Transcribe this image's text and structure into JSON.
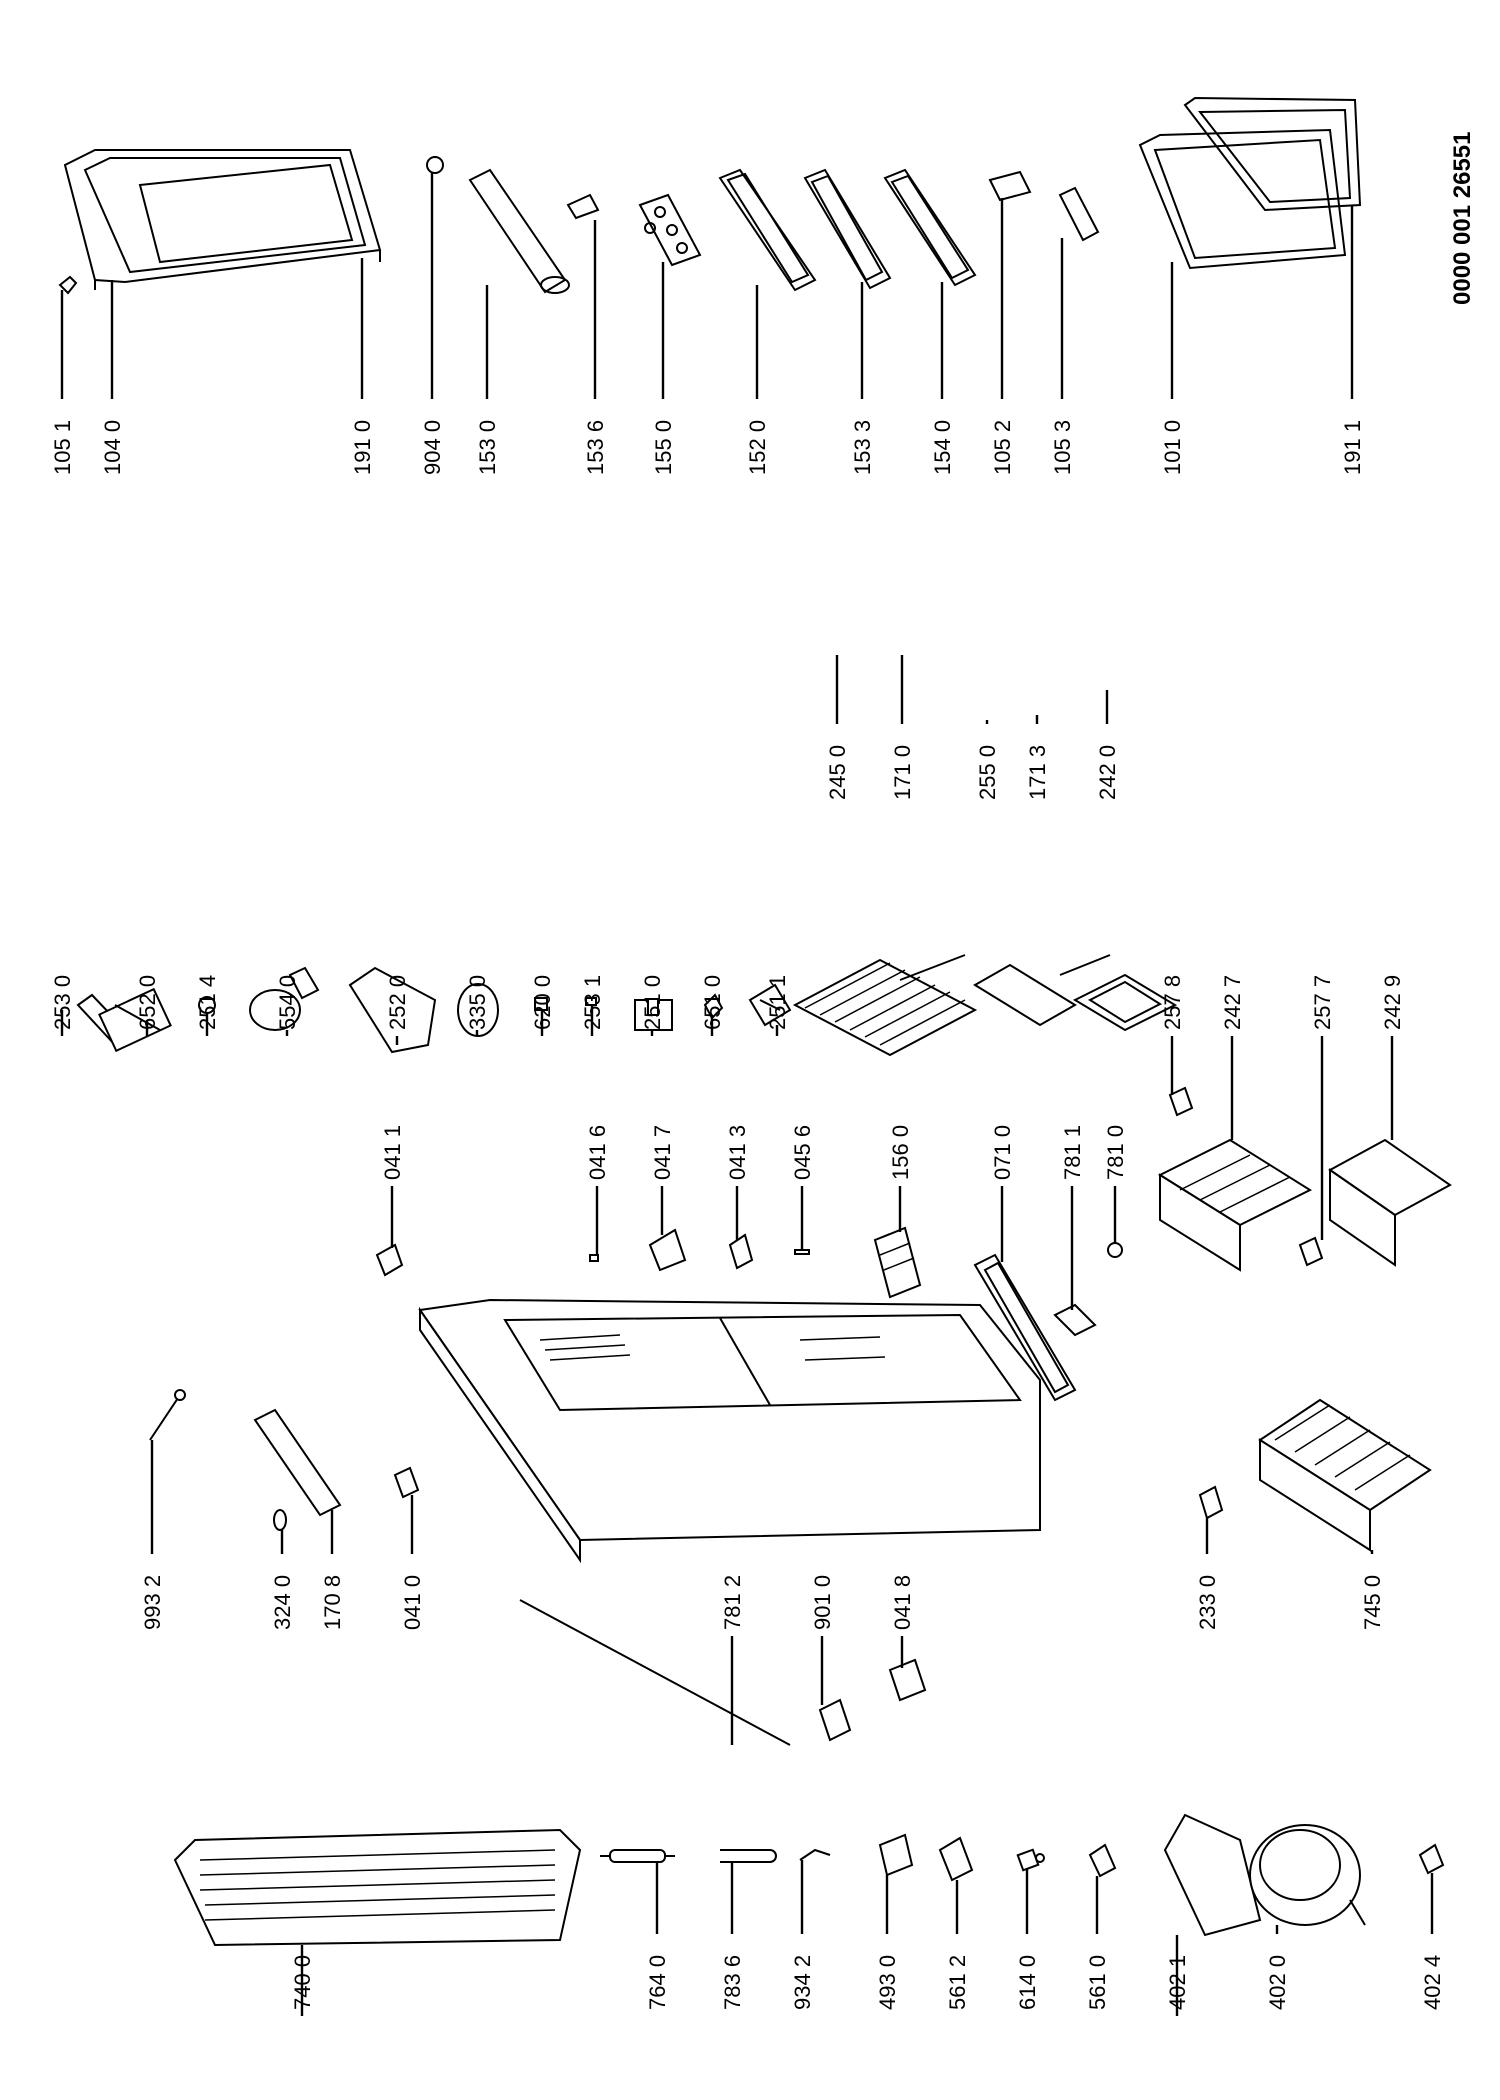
{
  "document_code": "0000 001 26551",
  "callouts": [
    {
      "id": "c-1051",
      "label": "105 1"
    },
    {
      "id": "c-1040",
      "label": "104 0"
    },
    {
      "id": "c-1910",
      "label": "191 0"
    },
    {
      "id": "c-9040",
      "label": "904 0"
    },
    {
      "id": "c-1530",
      "label": "153 0"
    },
    {
      "id": "c-1536",
      "label": "153 6"
    },
    {
      "id": "c-1550",
      "label": "155 0"
    },
    {
      "id": "c-1520",
      "label": "152 0"
    },
    {
      "id": "c-1533",
      "label": "153 3"
    },
    {
      "id": "c-1540",
      "label": "154 0"
    },
    {
      "id": "c-1052",
      "label": "105 2"
    },
    {
      "id": "c-1053",
      "label": "105 3"
    },
    {
      "id": "c-1010",
      "label": "101 0"
    },
    {
      "id": "c-1911",
      "label": "191 1"
    },
    {
      "id": "c-2450",
      "label": "245 0"
    },
    {
      "id": "c-1710",
      "label": "171 0"
    },
    {
      "id": "c-2550",
      "label": "255 0"
    },
    {
      "id": "c-1713",
      "label": "171 3"
    },
    {
      "id": "c-2420",
      "label": "242 0"
    },
    {
      "id": "c-2530",
      "label": "253 0"
    },
    {
      "id": "c-6520",
      "label": "652 0"
    },
    {
      "id": "c-2514",
      "label": "251 4"
    },
    {
      "id": "c-5540",
      "label": "554 0"
    },
    {
      "id": "c-2520",
      "label": "252 0"
    },
    {
      "id": "c-3350",
      "label": "335 0"
    },
    {
      "id": "c-6200",
      "label": "620 0"
    },
    {
      "id": "c-2531",
      "label": "253 1"
    },
    {
      "id": "c-2510",
      "label": "251 0"
    },
    {
      "id": "c-6510",
      "label": "651 0"
    },
    {
      "id": "c-2511",
      "label": "251 1"
    },
    {
      "id": "c-2578",
      "label": "257 8"
    },
    {
      "id": "c-2427",
      "label": "242 7"
    },
    {
      "id": "c-2577",
      "label": "257 7"
    },
    {
      "id": "c-2429",
      "label": "242 9"
    },
    {
      "id": "c-0411",
      "label": "041 1"
    },
    {
      "id": "c-0416",
      "label": "041 6"
    },
    {
      "id": "c-0417",
      "label": "041 7"
    },
    {
      "id": "c-0413",
      "label": "041 3"
    },
    {
      "id": "c-0456",
      "label": "045 6"
    },
    {
      "id": "c-1560",
      "label": "156 0"
    },
    {
      "id": "c-0710",
      "label": "071 0"
    },
    {
      "id": "c-7811",
      "label": "781 1"
    },
    {
      "id": "c-7810",
      "label": "781 0"
    },
    {
      "id": "c-9932",
      "label": "993 2"
    },
    {
      "id": "c-3240",
      "label": "324 0"
    },
    {
      "id": "c-1708",
      "label": "170 8"
    },
    {
      "id": "c-0410",
      "label": "041 0"
    },
    {
      "id": "c-7812",
      "label": "781 2"
    },
    {
      "id": "c-9010",
      "label": "901 0"
    },
    {
      "id": "c-0418",
      "label": "041 8"
    },
    {
      "id": "c-2330",
      "label": "233 0"
    },
    {
      "id": "c-7450",
      "label": "745 0"
    },
    {
      "id": "c-7400",
      "label": "740 0"
    },
    {
      "id": "c-7640",
      "label": "764 0"
    },
    {
      "id": "c-7836",
      "label": "783 6"
    },
    {
      "id": "c-9342",
      "label": "934 2"
    },
    {
      "id": "c-4930",
      "label": "493 0"
    },
    {
      "id": "c-5612",
      "label": "561 2"
    },
    {
      "id": "c-6140",
      "label": "614 0"
    },
    {
      "id": "c-5610",
      "label": "561 0"
    },
    {
      "id": "c-4021",
      "label": "402 1"
    },
    {
      "id": "c-4020",
      "label": "402 0"
    },
    {
      "id": "c-4024",
      "label": "402 4"
    }
  ]
}
